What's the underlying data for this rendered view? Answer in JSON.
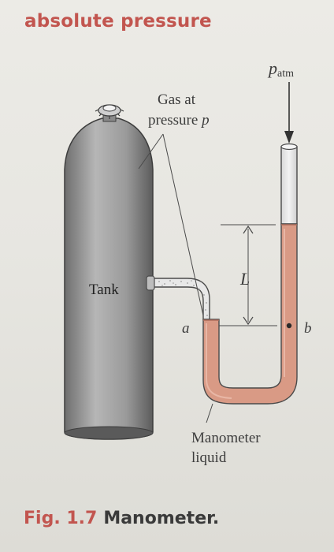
{
  "header": {
    "title": "absolute pressure"
  },
  "labels": {
    "gas_line1": "Gas at",
    "gas_line2_prefix": "pressure ",
    "gas_line2_var": "p",
    "patm_main": "p",
    "patm_sub": "atm",
    "tank": "Tank",
    "length": "L",
    "point_a": "a",
    "point_b": "b",
    "manometer_line1": "Manometer",
    "manometer_line2": "liquid"
  },
  "caption": {
    "figure_number": "Fig. 1.7",
    "figure_title": "Manometer."
  },
  "colors": {
    "accent": "#c2554f",
    "liquid": "#d99a85",
    "tank_fill": "#9a9a9a",
    "tube_outline": "#4a4a4a"
  }
}
